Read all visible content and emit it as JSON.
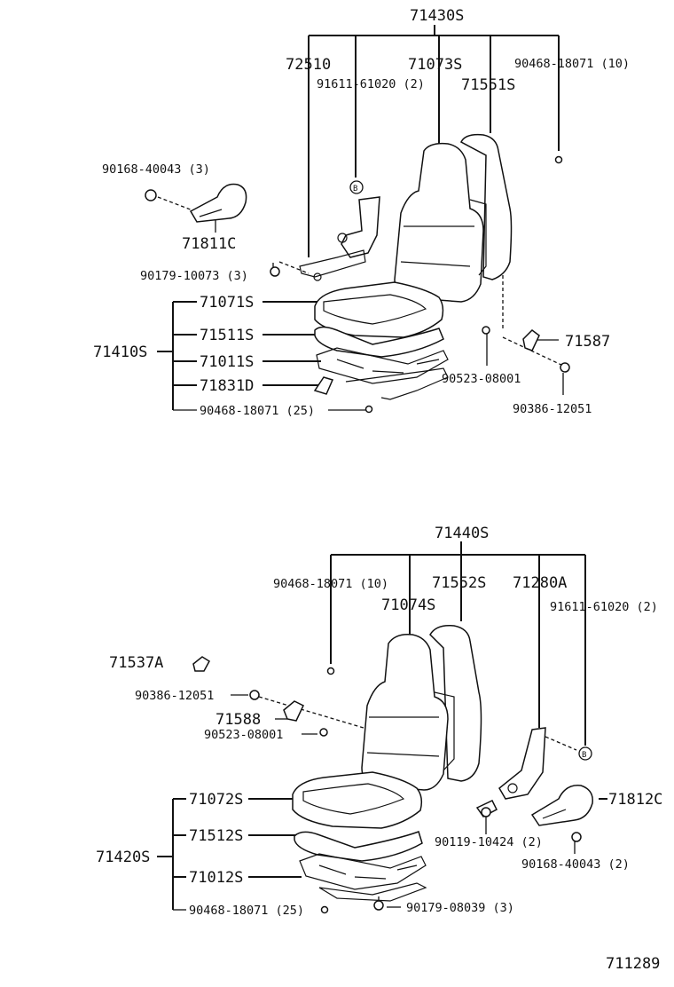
{
  "top_group": {
    "assembly": "71430S",
    "parts": [
      "72510",
      "71073S",
      "71551S",
      "90468-18071 (10)",
      "91611-61020 (2)",
      "90168-40043 (3)",
      "71811C",
      "90179-10073 (3)",
      "71587",
      "90523-08001",
      "90386-12051"
    ],
    "cushion_group": "71410S",
    "cushion_parts": [
      "71071S",
      "71511S",
      "71011S",
      "71831D",
      "90468-18071 (25)"
    ]
  },
  "bottom_group": {
    "assembly": "71440S",
    "parts": [
      "90468-18071 (10)",
      "71552S",
      "71280A",
      "71074S",
      "91611-61020 (2)",
      "71537A",
      "90386-12051",
      "71588",
      "90523-08001",
      "71812C",
      "90119-10424 (2)",
      "90168-40043 (2)",
      "90179-08039 (3)"
    ],
    "cushion_group": "71420S",
    "cushion_parts": [
      "71072S",
      "71512S",
      "71012S",
      "90468-18071 (25)"
    ]
  },
  "ref_marker": "B",
  "drawing_number": "711289"
}
